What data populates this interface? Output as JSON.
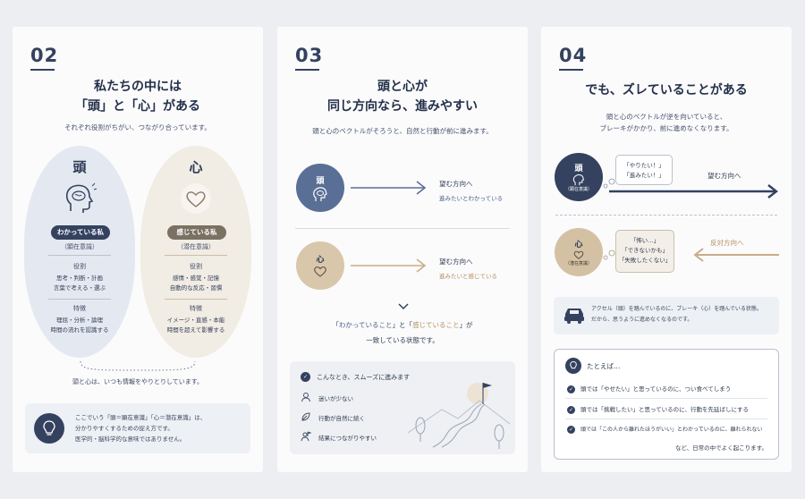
{
  "panels": [
    {
      "number": "02",
      "title_line1": "私たちの中には",
      "title_line2": "「頭」と「心」がある",
      "subtitle": "それぞれ役割がちがい、つながり合っています。",
      "head": {
        "kanji": "頭",
        "pill": "わかっている私",
        "pill_sub": "（顕在意識）",
        "role_heading": "役割",
        "role_line1": "思考・判断・計画",
        "role_line2": "言葉で考える・選ぶ",
        "feature_heading": "特徴",
        "feature_line1": "理屈・分析・論理",
        "feature_line2": "時間の流れを認識する"
      },
      "heart": {
        "kanji": "心",
        "pill": "感じている私",
        "pill_sub": "（潜在意識）",
        "role_heading": "役割",
        "role_line1": "感情・感覚・記憶",
        "role_line2": "自動的な反応・習慣",
        "feature_heading": "特徴",
        "feature_line1": "イメージ・直感・本能",
        "feature_line2": "時間を超えて影響する"
      },
      "connection": "頭と心は、いつも情報をやりとりしています。",
      "note_line1": "ここでいう「頭＝顕在意識」「心＝潜在意識」は、",
      "note_line2": "分かりやすくするための捉え方です。",
      "note_line3": "医学的・脳科学的な意味ではありません。"
    },
    {
      "number": "03",
      "title_line1": "頭と心が",
      "title_line2": "同じ方向なら、進みやすい",
      "subtitle": "頭と心のベクトルがそろうと、自然と行動が前に進みます。",
      "head_label": "頭",
      "head_goal": "望む方向へ",
      "head_goal_sub": "進みたいとわかっている",
      "heart_label": "心",
      "heart_goal": "望む方向へ",
      "heart_goal_sub": "進みたいと感じている",
      "result_pre": "「",
      "result_a": "わかっていること",
      "result_mid": "」と「",
      "result_b": "感じていること",
      "result_post": "」が",
      "result_line2": "一致している状態です。",
      "callout_title": "こんなとき、スムーズに進みます",
      "callout_items": [
        "迷いが少ない",
        "行動が自然に続く",
        "結果につながりやすい"
      ]
    },
    {
      "number": "04",
      "title": "でも、ズレていることがある",
      "subtitle_line1": "頭と心のベクトルが逆を向いていると、",
      "subtitle_line2": "ブレーキがかかり、前に進めなくなります。",
      "head_label": "頭",
      "head_sub": "（顕在意識）",
      "head_bubble_line1": "「やりたい！」",
      "head_bubble_line2": "「進みたい！」",
      "head_direction": "望む方向へ",
      "heart_label": "心",
      "heart_sub": "（潜在意識）",
      "heart_bubble_line1": "「怖い…」",
      "heart_bubble_line2": "「できないかも」",
      "heart_bubble_line3": "「失敗したくない」",
      "heart_direction": "反対方向へ",
      "info_line1": "アクセル（頭）を踏んでいるのに、ブレーキ（心）を踏んでいる状態。",
      "info_line2": "だから、思うように進めなくなるのです。",
      "example_title": "たとえば…",
      "examples": [
        "頭では「やせたい」と思っているのに、つい食べてしまう",
        "頭では「挑戦したい」と思っているのに、行動を先延ばしにする",
        "頭では「この人から離れたほうがいい」とわかっているのに、離れられない"
      ],
      "example_tail": "など、日常の中でよく起こります。"
    }
  ],
  "colors": {
    "navy": "#34425f",
    "beige": "#c8b59c",
    "tan_accent": "#b58d5e",
    "blue_accent": "#5a6f95"
  }
}
